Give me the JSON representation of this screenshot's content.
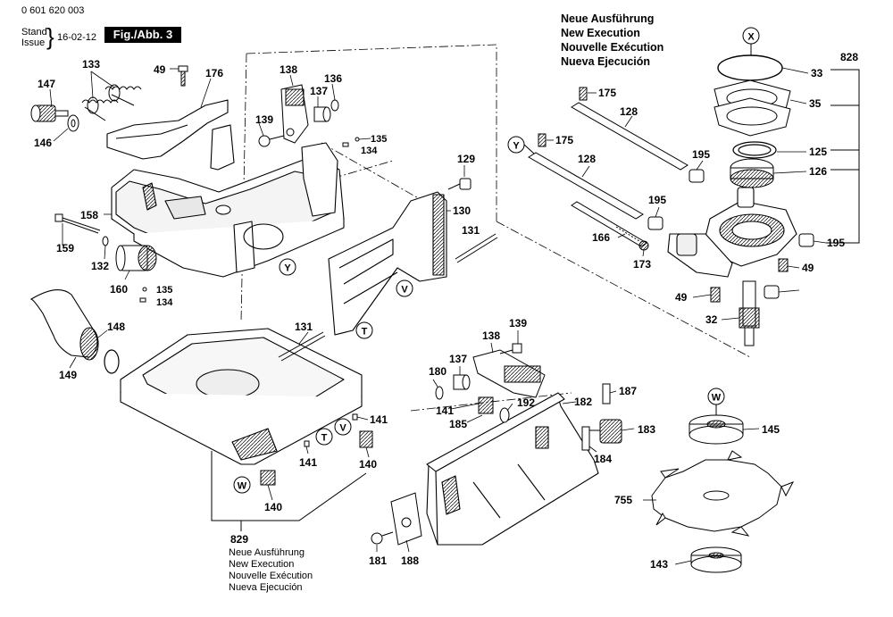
{
  "header": {
    "part_number": "0 601 620 003",
    "stand": "Stand",
    "issue": "Issue",
    "date": "16-02-12",
    "figure": "Fig./Abb. 3"
  },
  "new_execution_top": [
    "Neue Ausführung",
    "New Execution",
    "Nouvelle Exécution",
    "Nueva Ejecución"
  ],
  "new_execution_bottom": [
    "Neue Ausführung",
    "New Execution",
    "Nouvelle Exécution",
    "Nueva Ejecución"
  ],
  "markers": [
    "X",
    "Y",
    "V",
    "T",
    "W"
  ],
  "part_labels": {
    "p147": "147",
    "p133": "133",
    "p49a": "49",
    "p176": "176",
    "p138a": "138",
    "p136": "136",
    "p137a": "137",
    "p139a": "139",
    "p135a": "135",
    "p134a": "134",
    "p146": "146",
    "p129": "129",
    "p130": "130",
    "p158": "158",
    "p131a": "131",
    "p159": "159",
    "p132": "132",
    "p160": "160",
    "p135b": "135",
    "p134b": "134",
    "p148": "148",
    "p149": "149",
    "p131b": "131",
    "p175a": "175",
    "p175b": "175",
    "p128a": "128",
    "p128b": "128",
    "p195a": "195",
    "p195b": "195",
    "p195c": "195",
    "p166": "166",
    "p173": "173",
    "p828": "828",
    "p33": "33",
    "p35": "35",
    "p125": "125",
    "p126": "126",
    "p49b": "49",
    "p49c": "49",
    "p32": "32",
    "p139b": "139",
    "p138b": "138",
    "p137b": "137",
    "p180": "180",
    "p192": "192",
    "p141a": "141",
    "p185": "185",
    "p182": "182",
    "p187": "187",
    "p183": "183",
    "p184": "184",
    "p141b": "141",
    "p141c": "141",
    "p140a": "140",
    "p140b": "140",
    "p829": "829",
    "p181": "181",
    "p188": "188",
    "p145": "145",
    "p755": "755",
    "p143": "143"
  }
}
